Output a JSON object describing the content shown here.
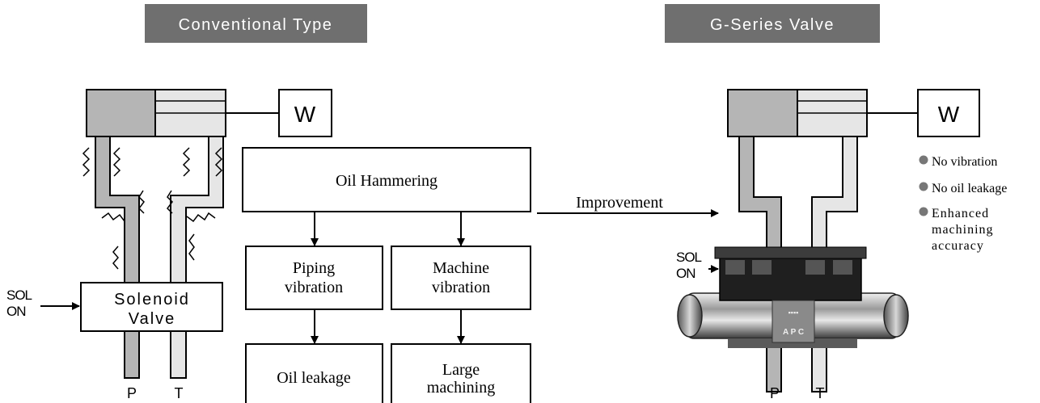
{
  "left_panel": {
    "title": "Conventional Type",
    "load_label": "W",
    "sol_label_line1": "SOL",
    "sol_label_line2": "ON",
    "valve_label_line1": "Solenoid",
    "valve_label_line2": "Valve",
    "port_p": "P",
    "port_t": "T"
  },
  "flow": {
    "cause": "Oil Hammering",
    "effect_left_line1": "Piping",
    "effect_left_line2": "vibration",
    "effect_right_line1": "Machine",
    "effect_right_line2": "vibration",
    "result_left": "Oil leakage",
    "result_right_line1": "Large",
    "result_right_line2": "machining"
  },
  "improvement_label": "Improvement",
  "right_panel": {
    "title": "G-Series Valve",
    "load_label": "W",
    "sol_label_line1": "SOL",
    "sol_label_line2": "ON",
    "port_p": "P",
    "port_t": "T",
    "valve_badge_top": "▪▪▪▪",
    "valve_badge_bottom": "A P C",
    "benefits": [
      {
        "line1": "No vibration"
      },
      {
        "line1": "No oil leakage"
      },
      {
        "line1": "Enhanced",
        "line2": "machining",
        "line3": "accuracy"
      }
    ]
  },
  "colors": {
    "title_bg": "#6f6f6f",
    "title_fg": "#ffffff",
    "pipe_p": "#b5b5b5",
    "pipe_t": "#e6e6e6",
    "line": "#000000",
    "bullet": "#777777"
  }
}
